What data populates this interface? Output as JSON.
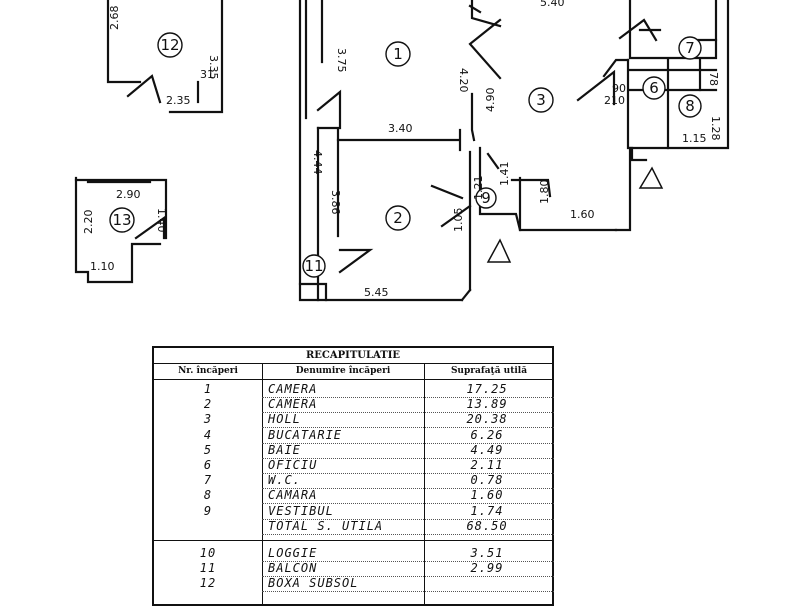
{
  "floor_plan": {
    "room_numbers": [
      "1",
      "2",
      "3",
      "6",
      "7",
      "8",
      "9",
      "11",
      "12",
      "13"
    ],
    "dimensions": {
      "r12_a": "2.68",
      "r12_b": "3.35",
      "r12_c": "2.35",
      "r12_d": "31",
      "r1_a": "3.75",
      "r1_b": "4.20",
      "r1_c": "4.90",
      "r1_d": "3.40",
      "r_top": "5.40",
      "r11_a": "4.44",
      "r11_b": "3.86",
      "r11_c": "5.45",
      "r2_a": "1.05",
      "r2_b": "1.21",
      "r3_a": "1.80",
      "r3_b": "1.60",
      "r9_a": "1.41",
      "r13_a": "2.90",
      "r13_b": "2.20",
      "r13_c": "1.40",
      "r13_d": "1.10",
      "r8_a": "1.15",
      "r8_b": "1.28",
      "r7_a": "78",
      "door_a": "90",
      "door_b": "210"
    }
  },
  "table": {
    "title": "RECAPITULATIE",
    "headers": [
      "Nr. încăperi",
      "Denumire încăperi",
      "Suprafaţă utilă"
    ],
    "rows": [
      {
        "nr": "1",
        "name": "CAMERA",
        "area": "17.25"
      },
      {
        "nr": "2",
        "name": "CAMERA",
        "area": "13.89"
      },
      {
        "nr": "3",
        "name": "HOLL",
        "area": "20.38"
      },
      {
        "nr": "4",
        "name": "BUCATARIE",
        "area": "6.26"
      },
      {
        "nr": "5",
        "name": "BAIE",
        "area": "4.49"
      },
      {
        "nr": "6",
        "name": "OFICIU",
        "area": "2.11"
      },
      {
        "nr": "7",
        "name": "W.C.",
        "area": "0.78"
      },
      {
        "nr": "8",
        "name": "CAMARA",
        "area": "1.60"
      },
      {
        "nr": "9",
        "name": "VESTIBUL",
        "area": "1.74"
      },
      {
        "nr": "",
        "name": "TOTAL S. UTILA",
        "area": "68.50"
      },
      {
        "nr": "10",
        "name": "LOGGIE",
        "area": "3.51"
      },
      {
        "nr": "11",
        "name": "BALCON",
        "area": "2.99"
      },
      {
        "nr": "12",
        "name": "BOXA SUBSOL",
        "area": ""
      }
    ]
  }
}
